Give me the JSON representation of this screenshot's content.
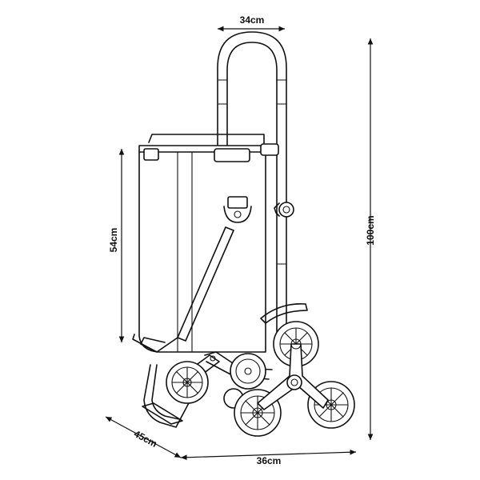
{
  "diagram": {
    "line_color": "#111111",
    "background": "#ffffff",
    "dimensions": {
      "handle_width": "34cm",
      "bag_height": "54cm",
      "total_height": "100cm",
      "depth": "45cm",
      "base_width": "36cm"
    }
  }
}
